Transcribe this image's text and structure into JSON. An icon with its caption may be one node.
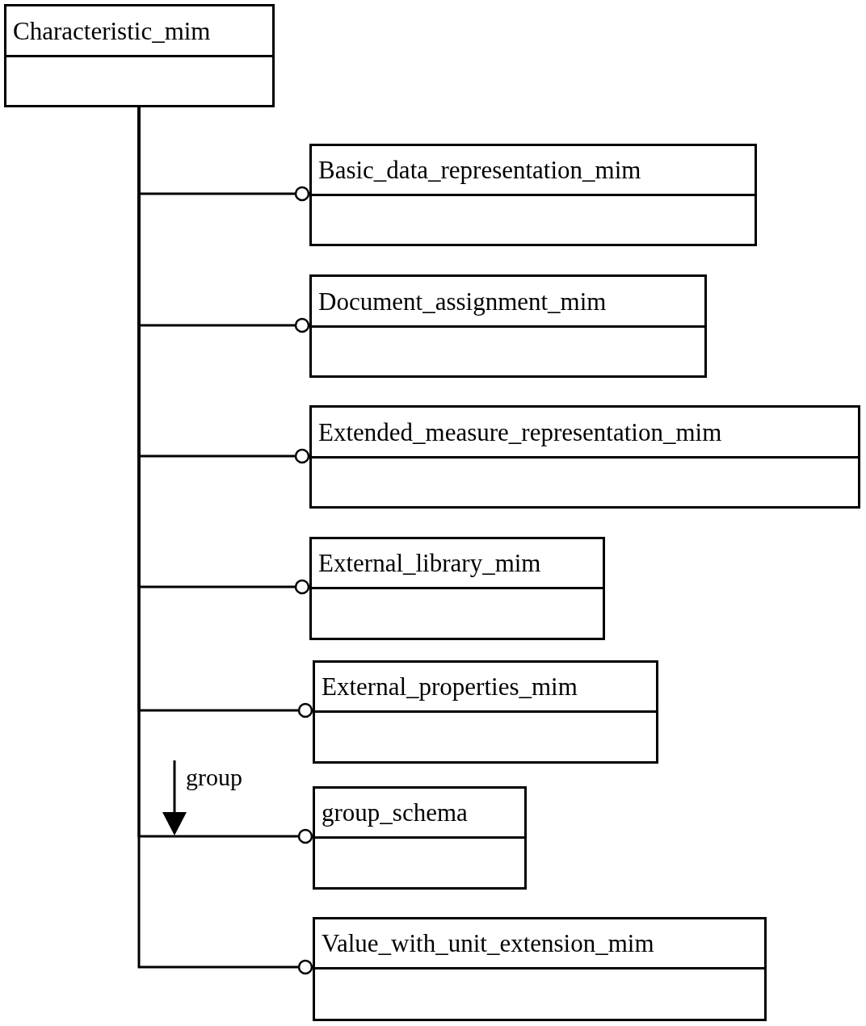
{
  "diagram": {
    "nodes": [
      {
        "text": [
          "Characteristic_mim"
        ]
      },
      {
        "text": [
          "Basic_data_representation_mim"
        ]
      },
      {
        "text": [
          "Document_assignment_mim"
        ]
      },
      {
        "text": [
          "Extended_measure_representation_mim"
        ]
      },
      {
        "text": [
          "External_library_mim"
        ]
      },
      {
        "text": [
          "External_properties_mim"
        ]
      },
      {
        "text": [
          "group_schema"
        ]
      },
      {
        "text": [
          "Value_with_unit_extension_mim"
        ]
      }
    ],
    "edges": [
      {
        "from": 0,
        "to": 1,
        "arrow": "other"
      },
      {
        "from": 0,
        "to": 2,
        "arrow": "other"
      },
      {
        "from": 0,
        "to": 3,
        "arrow": "other"
      },
      {
        "from": 0,
        "to": 4,
        "arrow": "other"
      },
      {
        "from": 0,
        "to": 5,
        "arrow": "other"
      },
      {
        "from": 0,
        "to": 6,
        "arrow": "other",
        "label": "group"
      },
      {
        "from": 0,
        "to": 7,
        "arrow": "other"
      }
    ]
  }
}
